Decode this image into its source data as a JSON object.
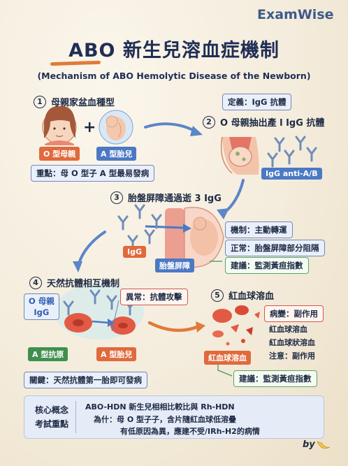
{
  "brand": "ExamWise",
  "title": "ABO 新生兒溶血症機制",
  "subtitle": "(Mechanism of ABO Hemolytic Disease of the Newborn)",
  "step1": {
    "num": "1",
    "title": "母親家盆血種型",
    "mother_tag": "O 型母親",
    "fetus_tag": "A 型胎兒",
    "plus": "+",
    "key_point": "重點：母 O 型子 A 型最易發病"
  },
  "step2": {
    "num": "2",
    "title": "O 母親抽出產 l IgG 抗體",
    "definition": "定義：IgG 抗體",
    "antibody_tag": "IgG anti-A/B"
  },
  "step3": {
    "num": "3",
    "title": "胎盤屏障通過逝 3 IgG",
    "igg_tag": "IgG",
    "barrier_tag": "胎盤屏障",
    "mechanism": "機制：主動轉運",
    "normal": "正常：胎盤屏障部分阻隔",
    "advice": "建議：監測黃疸指數"
  },
  "step4": {
    "num": "4",
    "title": "天然抗體相互機制",
    "mother_igg": [
      "O 母親",
      "IgG"
    ],
    "abnormal": "異常：抗體攻擊",
    "antigen_tag": "A 型抗原",
    "fetus_tag": "A 型胎兒",
    "key": "關鍵：天然抗體第一胎即可發病"
  },
  "step5": {
    "num": "5",
    "title": "紅血球溶血",
    "lesion": "病變：副作用",
    "list": [
      "紅血球溶血",
      "紅血球狀溶血",
      "注意：副作用"
    ],
    "hemolysis_tag": "紅血球溶血",
    "advice": "建議：監測黃疸指數"
  },
  "bottom": {
    "label_lines": [
      "核心概念",
      "考試重點"
    ],
    "line1": "ABO-HDN 新生兒相相比較比與 Rh-HDN",
    "line2": "為什：母 O 型子子，含片隨紅血球低溶疊",
    "line3": "有低原因為異，應建不受/IRh-H2的病情"
  },
  "footer": {
    "by": "by"
  },
  "colors": {
    "accent_orange": "#e06a3c",
    "accent_blue": "#4b79c4",
    "box_border_blue": "#6f88b8",
    "box_border_green": "#5aa36b",
    "box_border_red": "#d4584a",
    "title_navy": "#1f2e55"
  }
}
